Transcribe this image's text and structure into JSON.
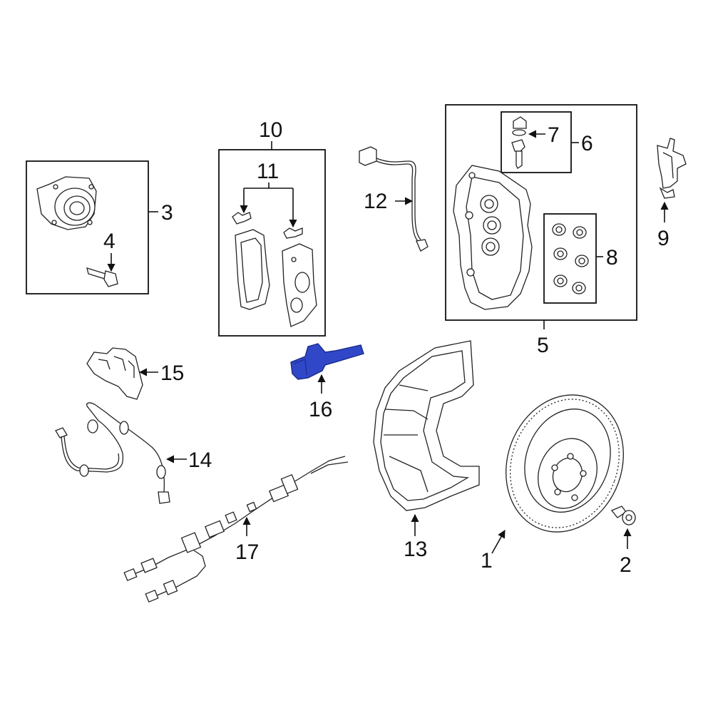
{
  "callouts": {
    "c1": "1",
    "c2": "2",
    "c3": "3",
    "c4": "4",
    "c5": "5",
    "c6": "6",
    "c7": "7",
    "c8": "8",
    "c9": "9",
    "c10": "10",
    "c11": "11",
    "c12": "12",
    "c13": "13",
    "c14": "14",
    "c15": "15",
    "c16": "16",
    "c17": "17"
  },
  "highlight_color": "#3048c8",
  "highlighted_part": "16"
}
